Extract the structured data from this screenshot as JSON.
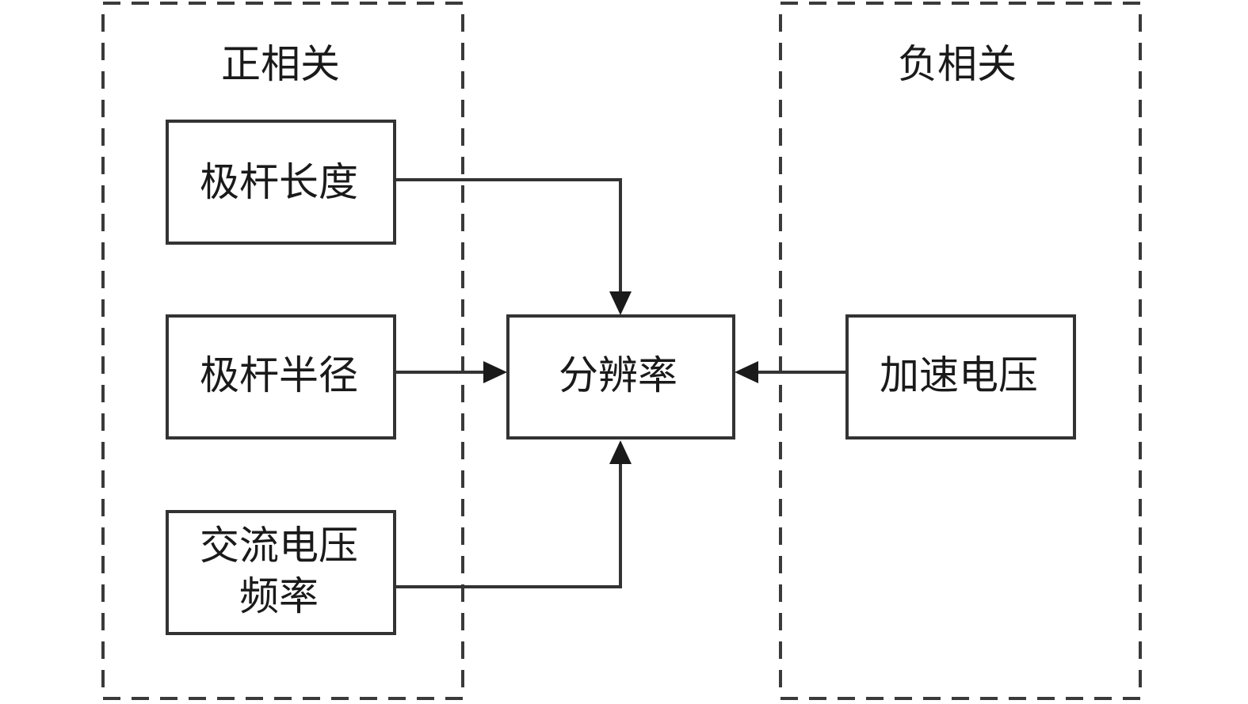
{
  "groups": {
    "positive": {
      "label": "正相关"
    },
    "negative": {
      "label": "负相关"
    }
  },
  "nodes": {
    "rod_length": {
      "label": "极杆长度"
    },
    "rod_radius": {
      "label": "极杆半径"
    },
    "ac_freq": {
      "line1": "交流电压",
      "line2": "频率"
    },
    "resolution": {
      "label": "分辨率"
    },
    "accel_voltage": {
      "label": "加速电压"
    }
  },
  "colors": {
    "stroke": "#333333",
    "dash": "#3a3a3a",
    "text": "#1a1a1a"
  }
}
